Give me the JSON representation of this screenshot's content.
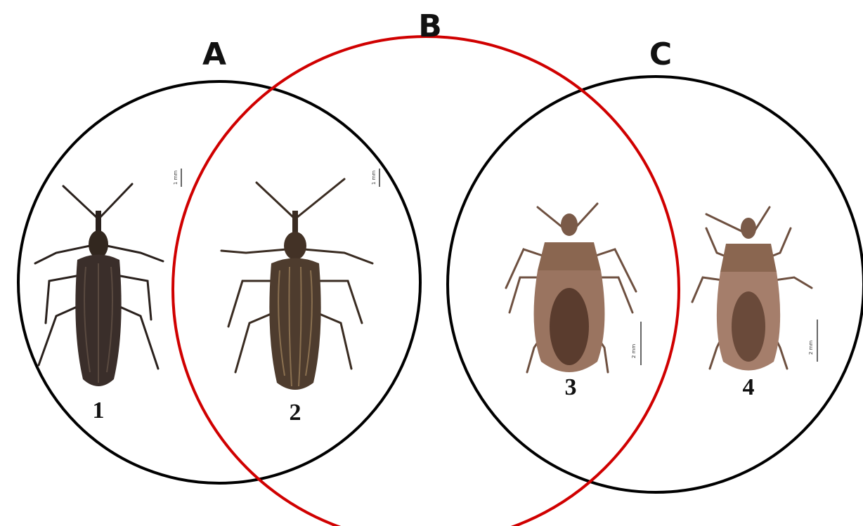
{
  "sets": [
    {
      "label": "A",
      "color": "#000000"
    },
    {
      "label": "B",
      "color": "#d00000"
    },
    {
      "label": "C",
      "color": "#000000"
    }
  ],
  "specimens": [
    {
      "number": "1",
      "color": "#3a2e2a",
      "style": "dark-slender"
    },
    {
      "number": "2",
      "color": "#4e3c2e",
      "style": "striped-slender"
    },
    {
      "number": "3",
      "color": "#9a7460",
      "style": "brown-broad"
    },
    {
      "number": "4",
      "color": "#a57e6b",
      "style": "brown-broad"
    }
  ],
  "scale_bars": [
    {
      "text": "1 mm"
    },
    {
      "text": "1 mm"
    },
    {
      "text": "2 mm"
    },
    {
      "text": "2 mm"
    }
  ]
}
